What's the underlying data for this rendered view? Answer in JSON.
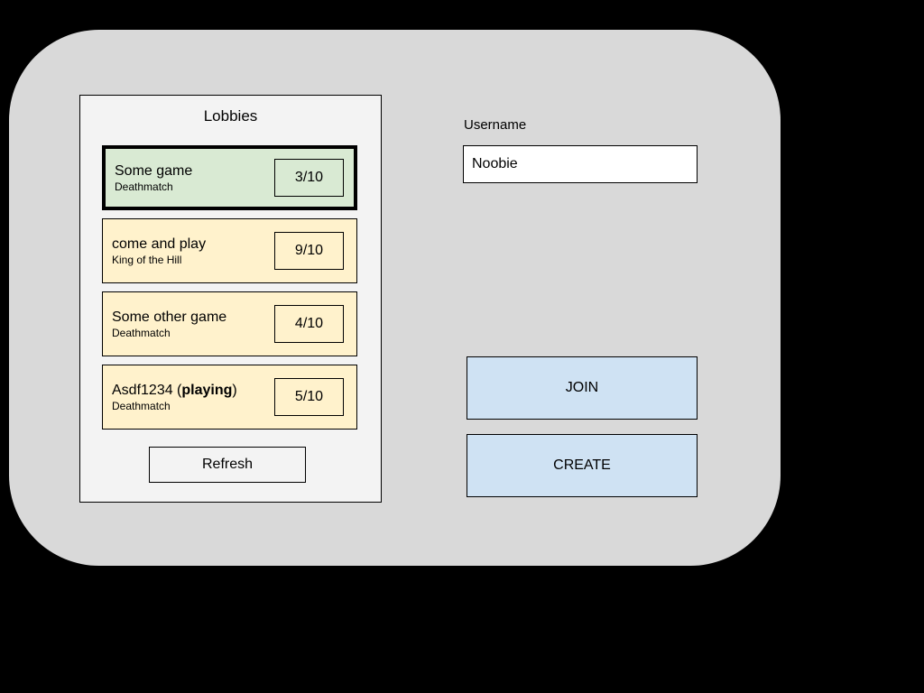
{
  "colors": {
    "canvas_bg": "#000000",
    "panel_bg": "#d9d9d9",
    "lobbies_bg": "#f3f3f3",
    "item_bg": "#fff2cc",
    "selected_item_bg": "#d9ead3",
    "refresh_bg": "#f3f3f3",
    "action_button_bg": "#cfe2f3",
    "input_bg": "#ffffff"
  },
  "lobbies_panel": {
    "title": "Lobbies",
    "refresh_label": "Refresh",
    "items": [
      {
        "title_prefix": "Some game",
        "title_bold": "",
        "title_suffix": "",
        "mode": "Deathmatch",
        "count": "3/10",
        "selected": true
      },
      {
        "title_prefix": "come and play",
        "title_bold": "",
        "title_suffix": "",
        "mode": "King of the Hill",
        "count": "9/10",
        "selected": false
      },
      {
        "title_prefix": "Some other game",
        "title_bold": "",
        "title_suffix": "",
        "mode": "Deathmatch",
        "count": "4/10",
        "selected": false
      },
      {
        "title_prefix": "Asdf1234 (",
        "title_bold": "playing",
        "title_suffix": ")",
        "mode": "Deathmatch",
        "count": "5/10",
        "selected": false
      }
    ]
  },
  "user_section": {
    "username_label": "Username",
    "username_value": "Noobie",
    "join_label": "JOIN",
    "create_label": "CREATE"
  }
}
